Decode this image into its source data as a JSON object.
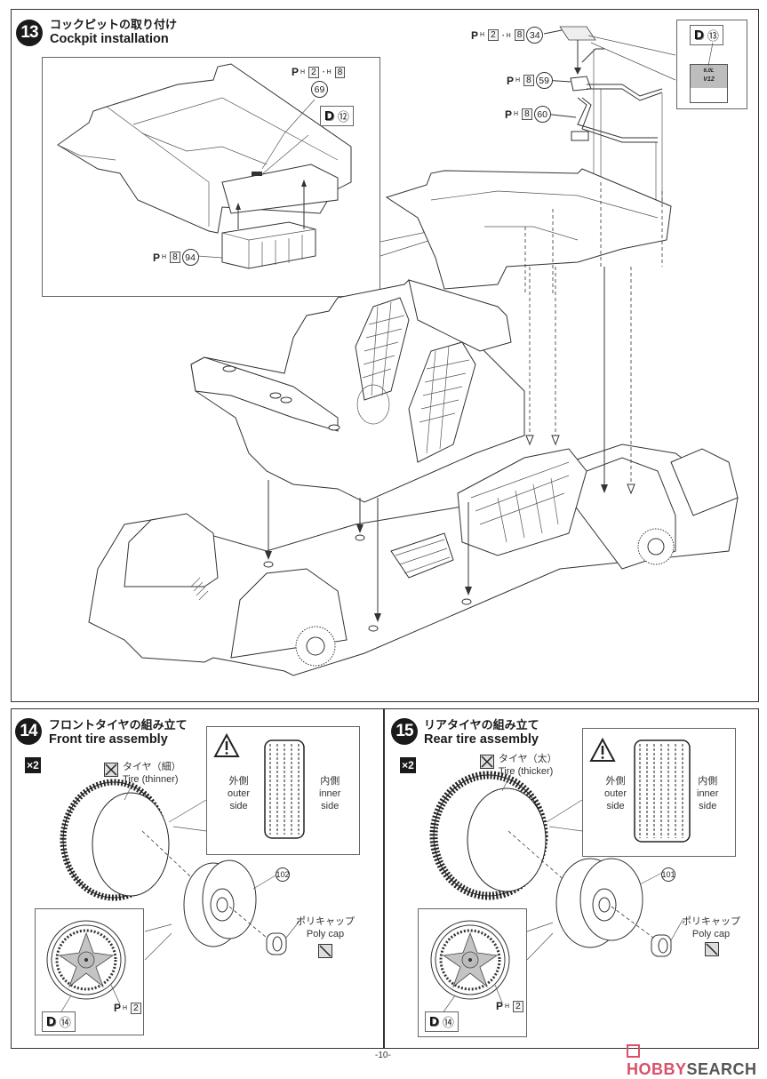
{
  "page": {
    "number": "-10-",
    "watermark": {
      "logo_text": "HOBBY",
      "text": "SEARCH",
      "accent": "#d9506a",
      "gray": "#555555"
    }
  },
  "step13": {
    "number": "13",
    "title_jp": "コックピットの取り付け",
    "title_en": "Cockpit installation",
    "inset": {
      "labels": [
        {
          "p_mark": "P",
          "p_sub": "H",
          "runners": [
            "2",
            "8"
          ],
          "part": "69"
        },
        {
          "p_mark": "P",
          "p_sub": "H",
          "runners": [
            "8"
          ],
          "part": "94"
        }
      ],
      "decal": {
        "letter": "D",
        "number": "⑫"
      }
    },
    "parts": [
      {
        "p_mark": "P",
        "p_sub": "H",
        "runners": [
          "2",
          "8"
        ],
        "part": "34"
      },
      {
        "p_mark": "P",
        "p_sub": "H",
        "runners": [
          "8"
        ],
        "part": "59"
      },
      {
        "p_mark": "P",
        "p_sub": "H",
        "runners": [
          "8"
        ],
        "part": "60"
      }
    ],
    "decal_inset": {
      "letter": "D",
      "number": "⑬",
      "plate_line1": "6.0L",
      "plate_line2": "V12"
    }
  },
  "step14": {
    "number": "14",
    "title_jp": "フロントタイヤの組み立て",
    "title_en": "Front tire assembly",
    "quantity": "×2",
    "tire_jp": "タイヤ（細）",
    "tire_en": "Tire (thinner)",
    "warning": {
      "outer_jp": "外側",
      "outer_en1": "outer",
      "outer_en2": "side",
      "inner_jp": "内側",
      "inner_en1": "inner",
      "inner_en2": "side"
    },
    "wheel_part": "102",
    "polycap_jp": "ポリキャップ",
    "polycap_en": "Poly cap",
    "paint": {
      "p_mark": "P",
      "p_sub": "H",
      "runner": "2"
    },
    "decal": {
      "letter": "D",
      "number": "⑭"
    }
  },
  "step15": {
    "number": "15",
    "title_jp": "リアタイヤの組み立て",
    "title_en": "Rear tire assembly",
    "quantity": "×2",
    "tire_jp": "タイヤ（太）",
    "tire_en": "Tire (thicker)",
    "warning": {
      "outer_jp": "外側",
      "outer_en1": "outer",
      "outer_en2": "side",
      "inner_jp": "内側",
      "inner_en1": "inner",
      "inner_en2": "side"
    },
    "wheel_part": "101",
    "polycap_jp": "ポリキャップ",
    "polycap_en": "Poly cap",
    "paint": {
      "p_mark": "P",
      "p_sub": "H",
      "runner": "2"
    },
    "decal": {
      "letter": "D",
      "number": "⑭"
    }
  }
}
